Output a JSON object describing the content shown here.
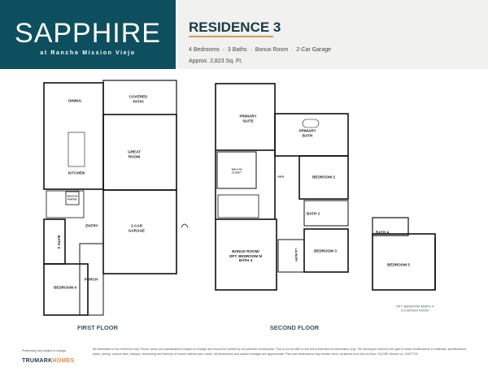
{
  "header": {
    "brand": "SAPPHIRE",
    "brand_sub": "at Rancho Mission Viejo",
    "title": "RESIDENCE 3",
    "specs": "4 Bedrooms  ·  3 Baths  ·  Bonus Room  ·  2-Car Garage",
    "sqft": "Approx. 2,823 Sq. Ft.",
    "colors": {
      "brand_bg": "#0d4f5f",
      "accent": "#d39b60"
    }
  },
  "first_floor": {
    "title": "FIRST FLOOR",
    "rooms": {
      "dining": "DINING",
      "patio": "COVERED\nPATIO",
      "great": "GREAT\nROOM",
      "kitchen": "KITCHEN",
      "pantry": "WALK-IN\nPANTRY",
      "garage": "2-CAR\nGARAGE",
      "entry": "ENTRY",
      "bath3": "BATH 3",
      "bed4": "BEDROOM 4",
      "porch": "PORCH"
    }
  },
  "second_floor": {
    "title": "SECOND FLOOR",
    "rooms": {
      "suite": "PRIMARY\nSUITE",
      "closet": "WALK-IN\nCLOSET",
      "pbath": "PRIMARY\nBATH",
      "bed2": "BEDROOM 2",
      "bath2": "BATH 2",
      "bed3": "BEDROOM 3",
      "bonus": "BONUS ROOM/\nOPT. BEDROOM 5/\nBATH 4",
      "laundry": "LAUNDRY",
      "linen": "LINEN"
    }
  },
  "optional": {
    "bath4": "BATH 4",
    "bed5": "BEDROOM 5",
    "caption": "OPT. BEDROOM 5/BATH 4\nILO BONUS ROOM"
  },
  "footer": {
    "prelim": "Preliminary and subject to change.",
    "company_a": "TRUMARK",
    "company_b": "HOMES",
    "disclaimer": "All information is for reference only. Prices, taxes and specifications subject to change and should be verified by all potential homebuyers. This is not an offer to sell but is intended for information only. The developer reserves the right to make modifications in materials, specifications, plans, pricing, various fees, designs, scheduling and delivery of homes without prior notice. All dimensions and square footages are approximate. Plan and dimensions may contain minor variations from floor to floor. CA DRE license no. 01877720"
  }
}
